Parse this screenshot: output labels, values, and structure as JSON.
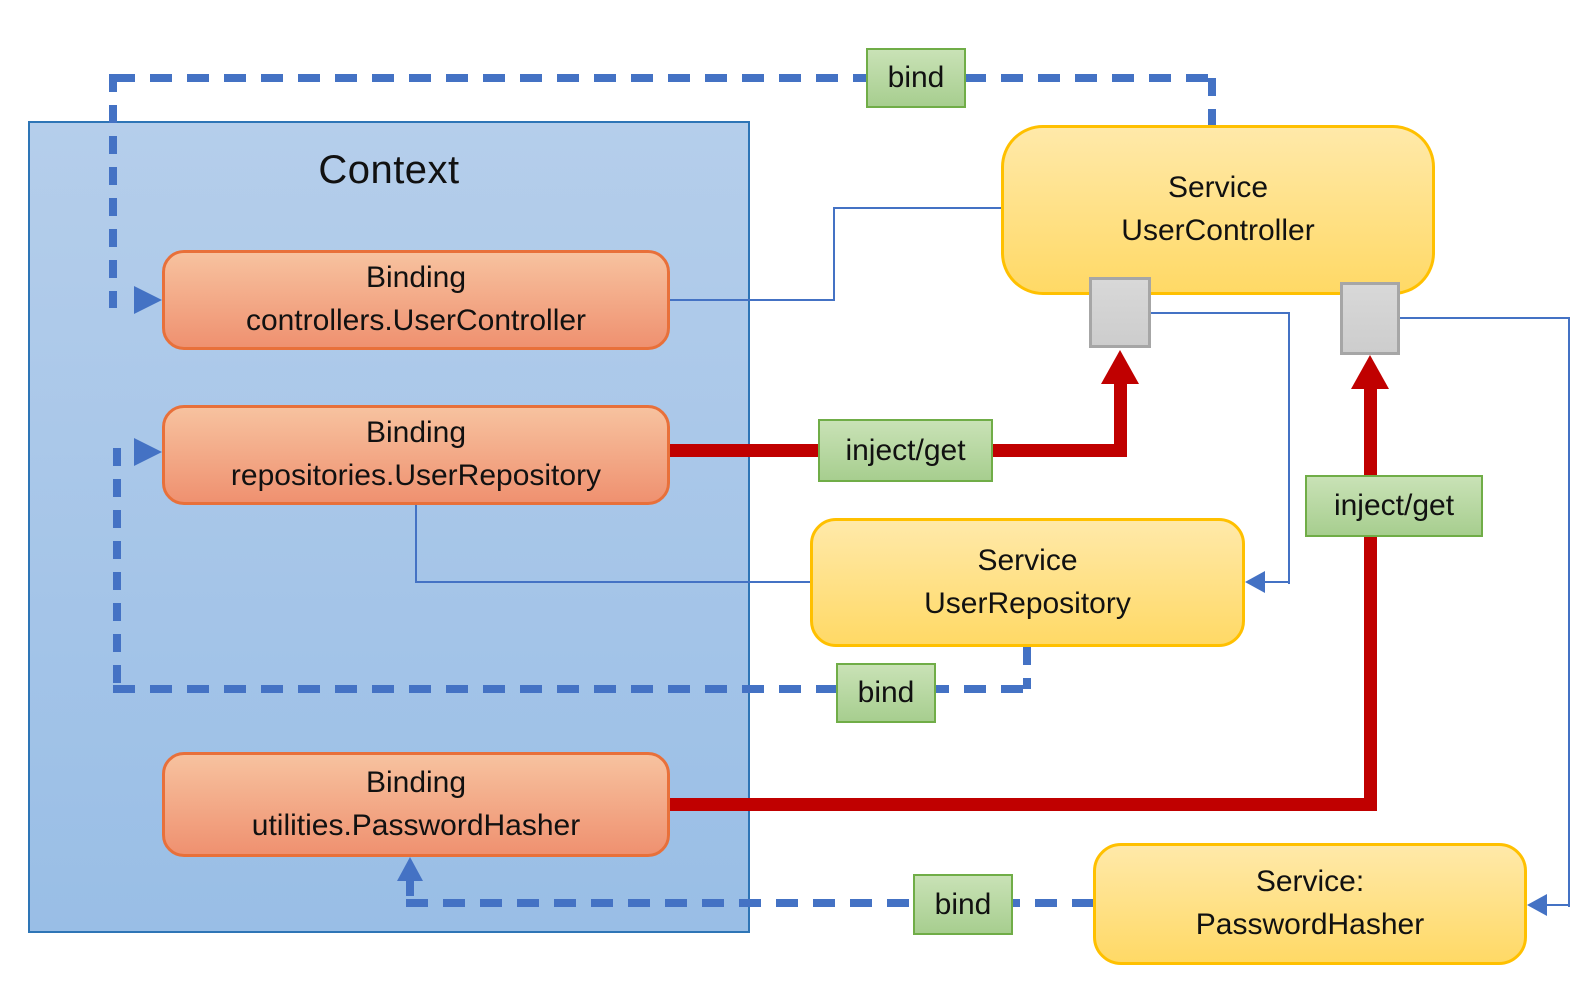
{
  "diagram": {
    "context_title": "Context",
    "bindings": [
      {
        "line1": "Binding",
        "line2": "controllers.UserController"
      },
      {
        "line1": "Binding",
        "line2": "repositories.UserRepository"
      },
      {
        "line1": "Binding",
        "line2": "utilities.PasswordHasher"
      }
    ],
    "services": [
      {
        "line1": "Service",
        "line2": "UserController"
      },
      {
        "line1": "Service",
        "line2": "UserRepository"
      },
      {
        "line1": "Service:",
        "line2": "PasswordHasher"
      }
    ],
    "labels": {
      "bind_top": "bind",
      "bind_middle": "bind",
      "bind_bottom": "bind",
      "inject_get_left": "inject/get",
      "inject_get_right": "inject/get"
    },
    "colors": {
      "context_fill_top": "#B5CEEB",
      "context_fill_bottom": "#99BEE6",
      "context_border": "#2E75B6",
      "binding_fill_top": "#F7C29F",
      "binding_fill_bottom": "#EF9170",
      "binding_border": "#E8703A",
      "service_fill_top": "#FFE9A9",
      "service_fill_bottom": "#FFD966",
      "service_border": "#FFC000",
      "label_fill_top": "#C9E2B6",
      "label_fill_bottom": "#A7CE8F",
      "label_border": "#70AD47",
      "slot_fill": "#CDCDCD",
      "slot_border": "#A6A6A6",
      "connector_blue": "#4472C4",
      "inject_red": "#C00000"
    }
  }
}
